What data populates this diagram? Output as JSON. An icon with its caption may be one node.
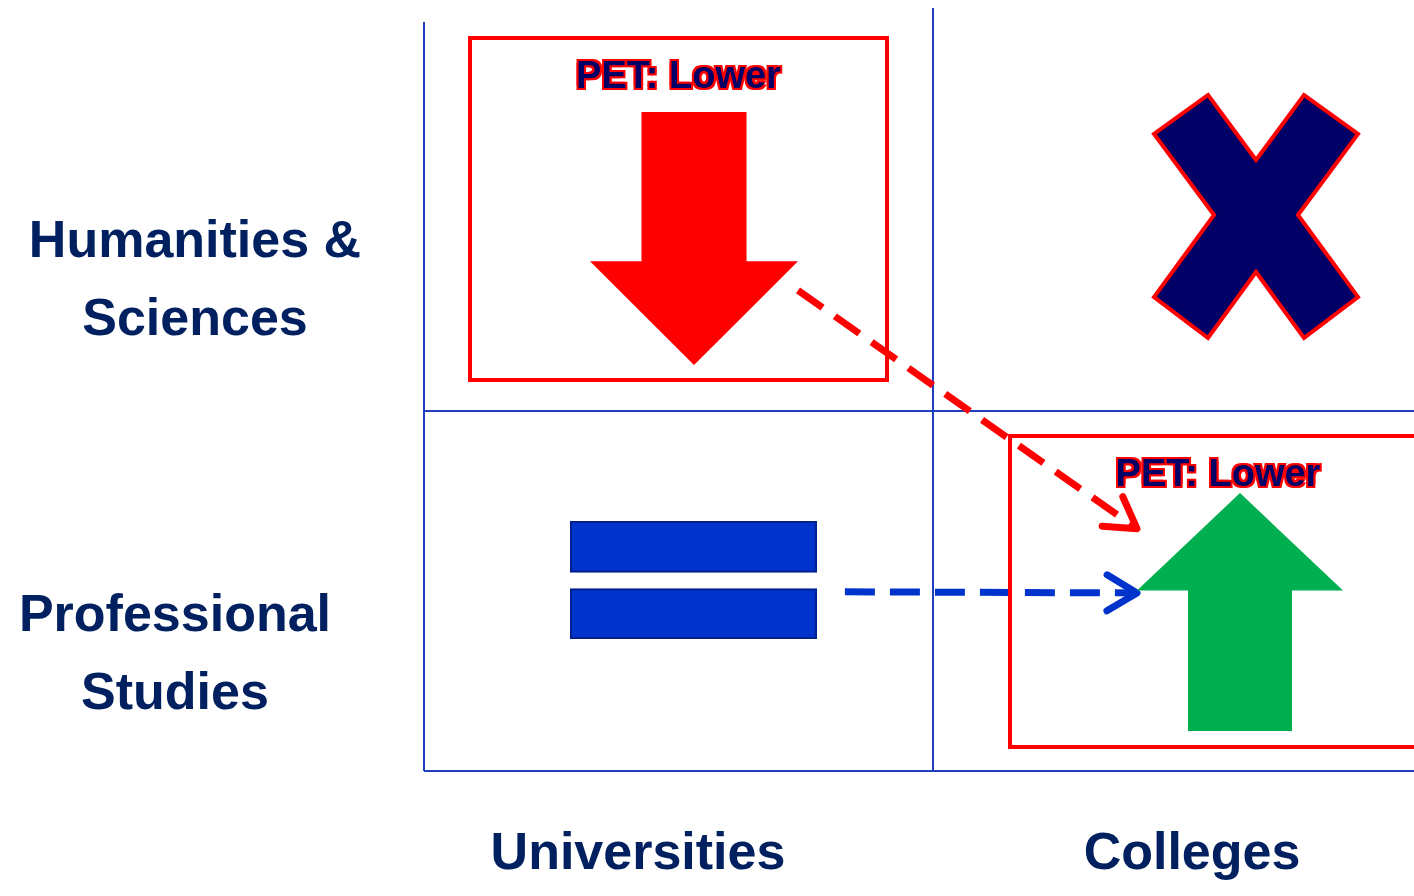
{
  "diagram": {
    "nodes": [
      {
        "text": [
          "PET: Lower"
        ]
      },
      {
        "text": [],
        "shape": "arrow",
        "in": 0
      },
      {
        "text": [],
        "shape": "equals"
      },
      {
        "text": [
          "PET: Lower"
        ]
      },
      {
        "text": [],
        "shape": "arrow",
        "in": 3
      }
    ],
    "edges": [
      {
        "from": 1,
        "to": 4,
        "arrow": "to",
        "style": "dashed",
        "color": "#ff0000"
      },
      {
        "from": 2,
        "to": 4,
        "arrow": "to",
        "style": "dashed",
        "color": "#0033cc"
      }
    ],
    "labels": [
      "Humanities & Sciences",
      "Professional Studies",
      "Universities",
      "Colleges"
    ]
  }
}
